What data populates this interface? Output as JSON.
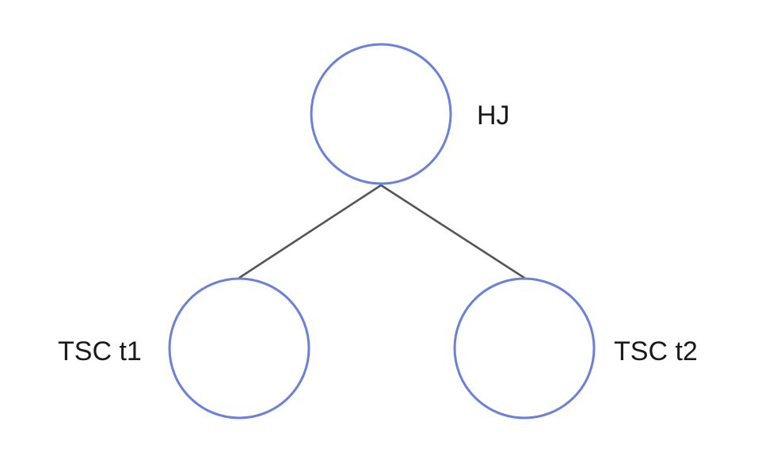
{
  "colors": {
    "node_stroke": "#6b7fdc",
    "edge_stroke": "#555555",
    "label_text": "#1a1a1a"
  },
  "diagram": {
    "type": "tree",
    "nodes": [
      {
        "id": "hj",
        "label": "HJ"
      },
      {
        "id": "tsc_t1",
        "label": "TSC t1"
      },
      {
        "id": "tsc_t2",
        "label": "TSC t2"
      }
    ],
    "edges": [
      {
        "from": "hj",
        "to": "tsc_t1"
      },
      {
        "from": "hj",
        "to": "tsc_t2"
      }
    ]
  }
}
